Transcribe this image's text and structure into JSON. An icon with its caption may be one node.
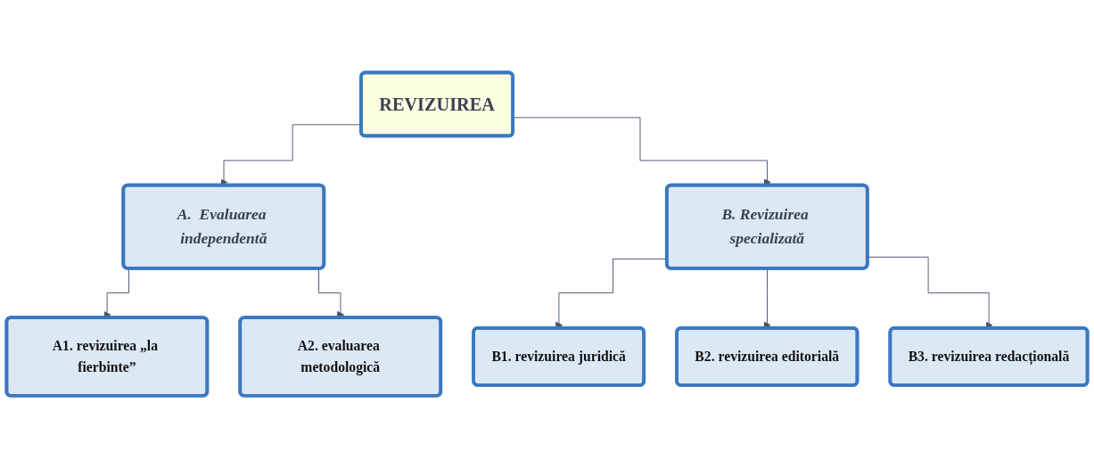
{
  "diagram": {
    "nodes": [
      {
        "text": [
          "REVIZUIREA"
        ]
      },
      {
        "text": [
          "A.  Evaluarea independentă"
        ]
      },
      {
        "text": [
          "B. Revizuirea specializată"
        ]
      },
      {
        "text": [
          "A1. revizuirea „la fierbinte”"
        ]
      },
      {
        "text": [
          "A2. evaluarea metodologică"
        ]
      },
      {
        "text": [
          "B1. revizuirea juridică"
        ]
      },
      {
        "text": [
          "B2. revizuirea editorială"
        ]
      },
      {
        "text": [
          "B3. revizuirea redacțională"
        ]
      }
    ],
    "edges": [
      {
        "from": 0,
        "to": 1,
        "arrow": "to"
      },
      {
        "from": 0,
        "to": 2,
        "arrow": "to"
      },
      {
        "from": 1,
        "to": 3,
        "arrow": "to"
      },
      {
        "from": 1,
        "to": 4,
        "arrow": "to"
      },
      {
        "from": 2,
        "to": 5,
        "arrow": "to"
      },
      {
        "from": 2,
        "to": 6,
        "arrow": "to"
      },
      {
        "from": 2,
        "to": 7,
        "arrow": "to"
      }
    ]
  }
}
